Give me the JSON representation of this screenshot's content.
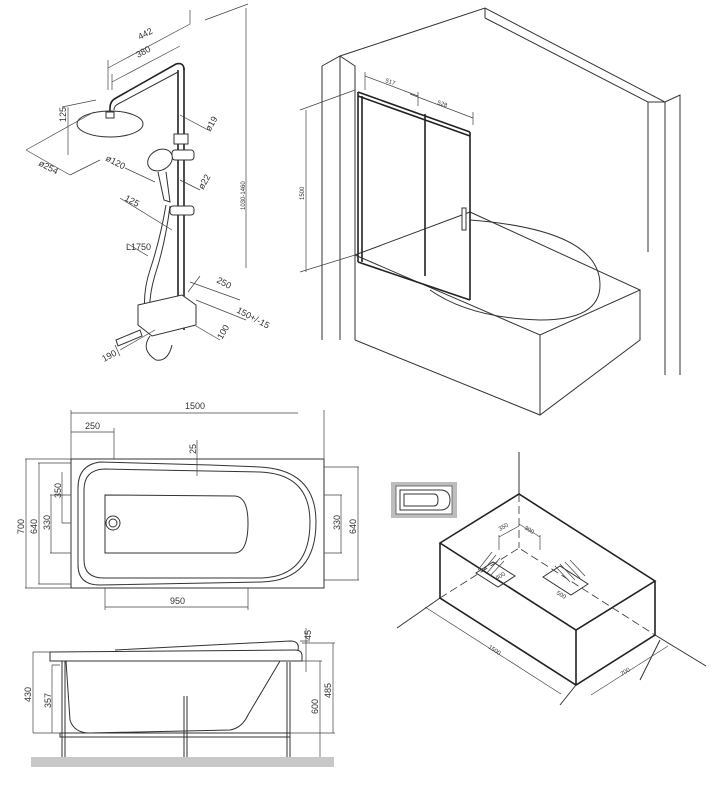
{
  "shower_set": {
    "width_outer": "442",
    "width_arm": "380",
    "head_height": "125",
    "head_diameter": "ø254",
    "hand_diameter": "ø120",
    "pipe_diameter": "ø19",
    "bar_diameter": "ø22",
    "hand_offset": "125",
    "hose_length": "L1750",
    "height_range": "1030-1460",
    "mixer_depth": "250",
    "mixer_centers": "150+/-15",
    "mixer_offset": "100",
    "spout_length": "190"
  },
  "glass_screen": {
    "panel_1_width": "517",
    "panel_2_width": "528",
    "height": "1500"
  },
  "top_view": {
    "length": "1500",
    "support_offset": "250",
    "rim_width": "25",
    "width": "700",
    "inner_width_left": "640",
    "support_width_left": "330",
    "drain_offset": "350",
    "support_width_right": "330",
    "inner_width_right": "640",
    "support_span": "950"
  },
  "side_view": {
    "rim_height": "45",
    "height_left": "430",
    "depth_left": "357",
    "leg_height": "600",
    "height_right": "485"
  },
  "install_box": {
    "offset_1": "350",
    "offset_2": "300",
    "pad_1": "400",
    "pad_2": "500",
    "length": "1500",
    "width": "700"
  }
}
